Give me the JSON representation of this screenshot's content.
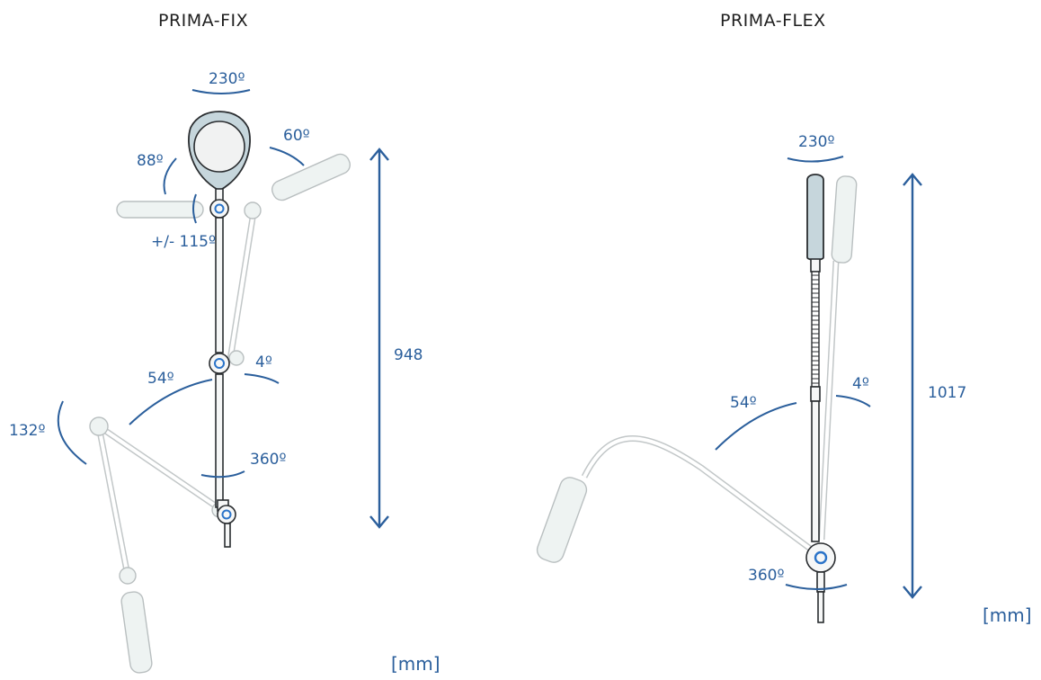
{
  "diagram": {
    "left": {
      "title": "PRIMA-FIX",
      "angles": {
        "head_rotation": "230º",
        "head_tilt": "88º",
        "head_swing": "60º",
        "head_rotate": "+/- 115º",
        "arm_lower": "54º",
        "arm_upper": "4º",
        "arm_lift": "132º",
        "base_rotation": "360º"
      },
      "height": "948",
      "unit": "[mm]"
    },
    "right": {
      "title": "PRIMA-FLEX",
      "angles": {
        "head_rotation": "230º",
        "arm_lower": "54º",
        "arm_upper": "4º",
        "base_rotation": "360º"
      },
      "height": "1017",
      "unit": "[mm]"
    }
  },
  "colors": {
    "annotation": "#2b5f9c",
    "lamp_head": "#c6d6dc",
    "ghost": "#eef3f2",
    "outline": "#2a2d30"
  }
}
